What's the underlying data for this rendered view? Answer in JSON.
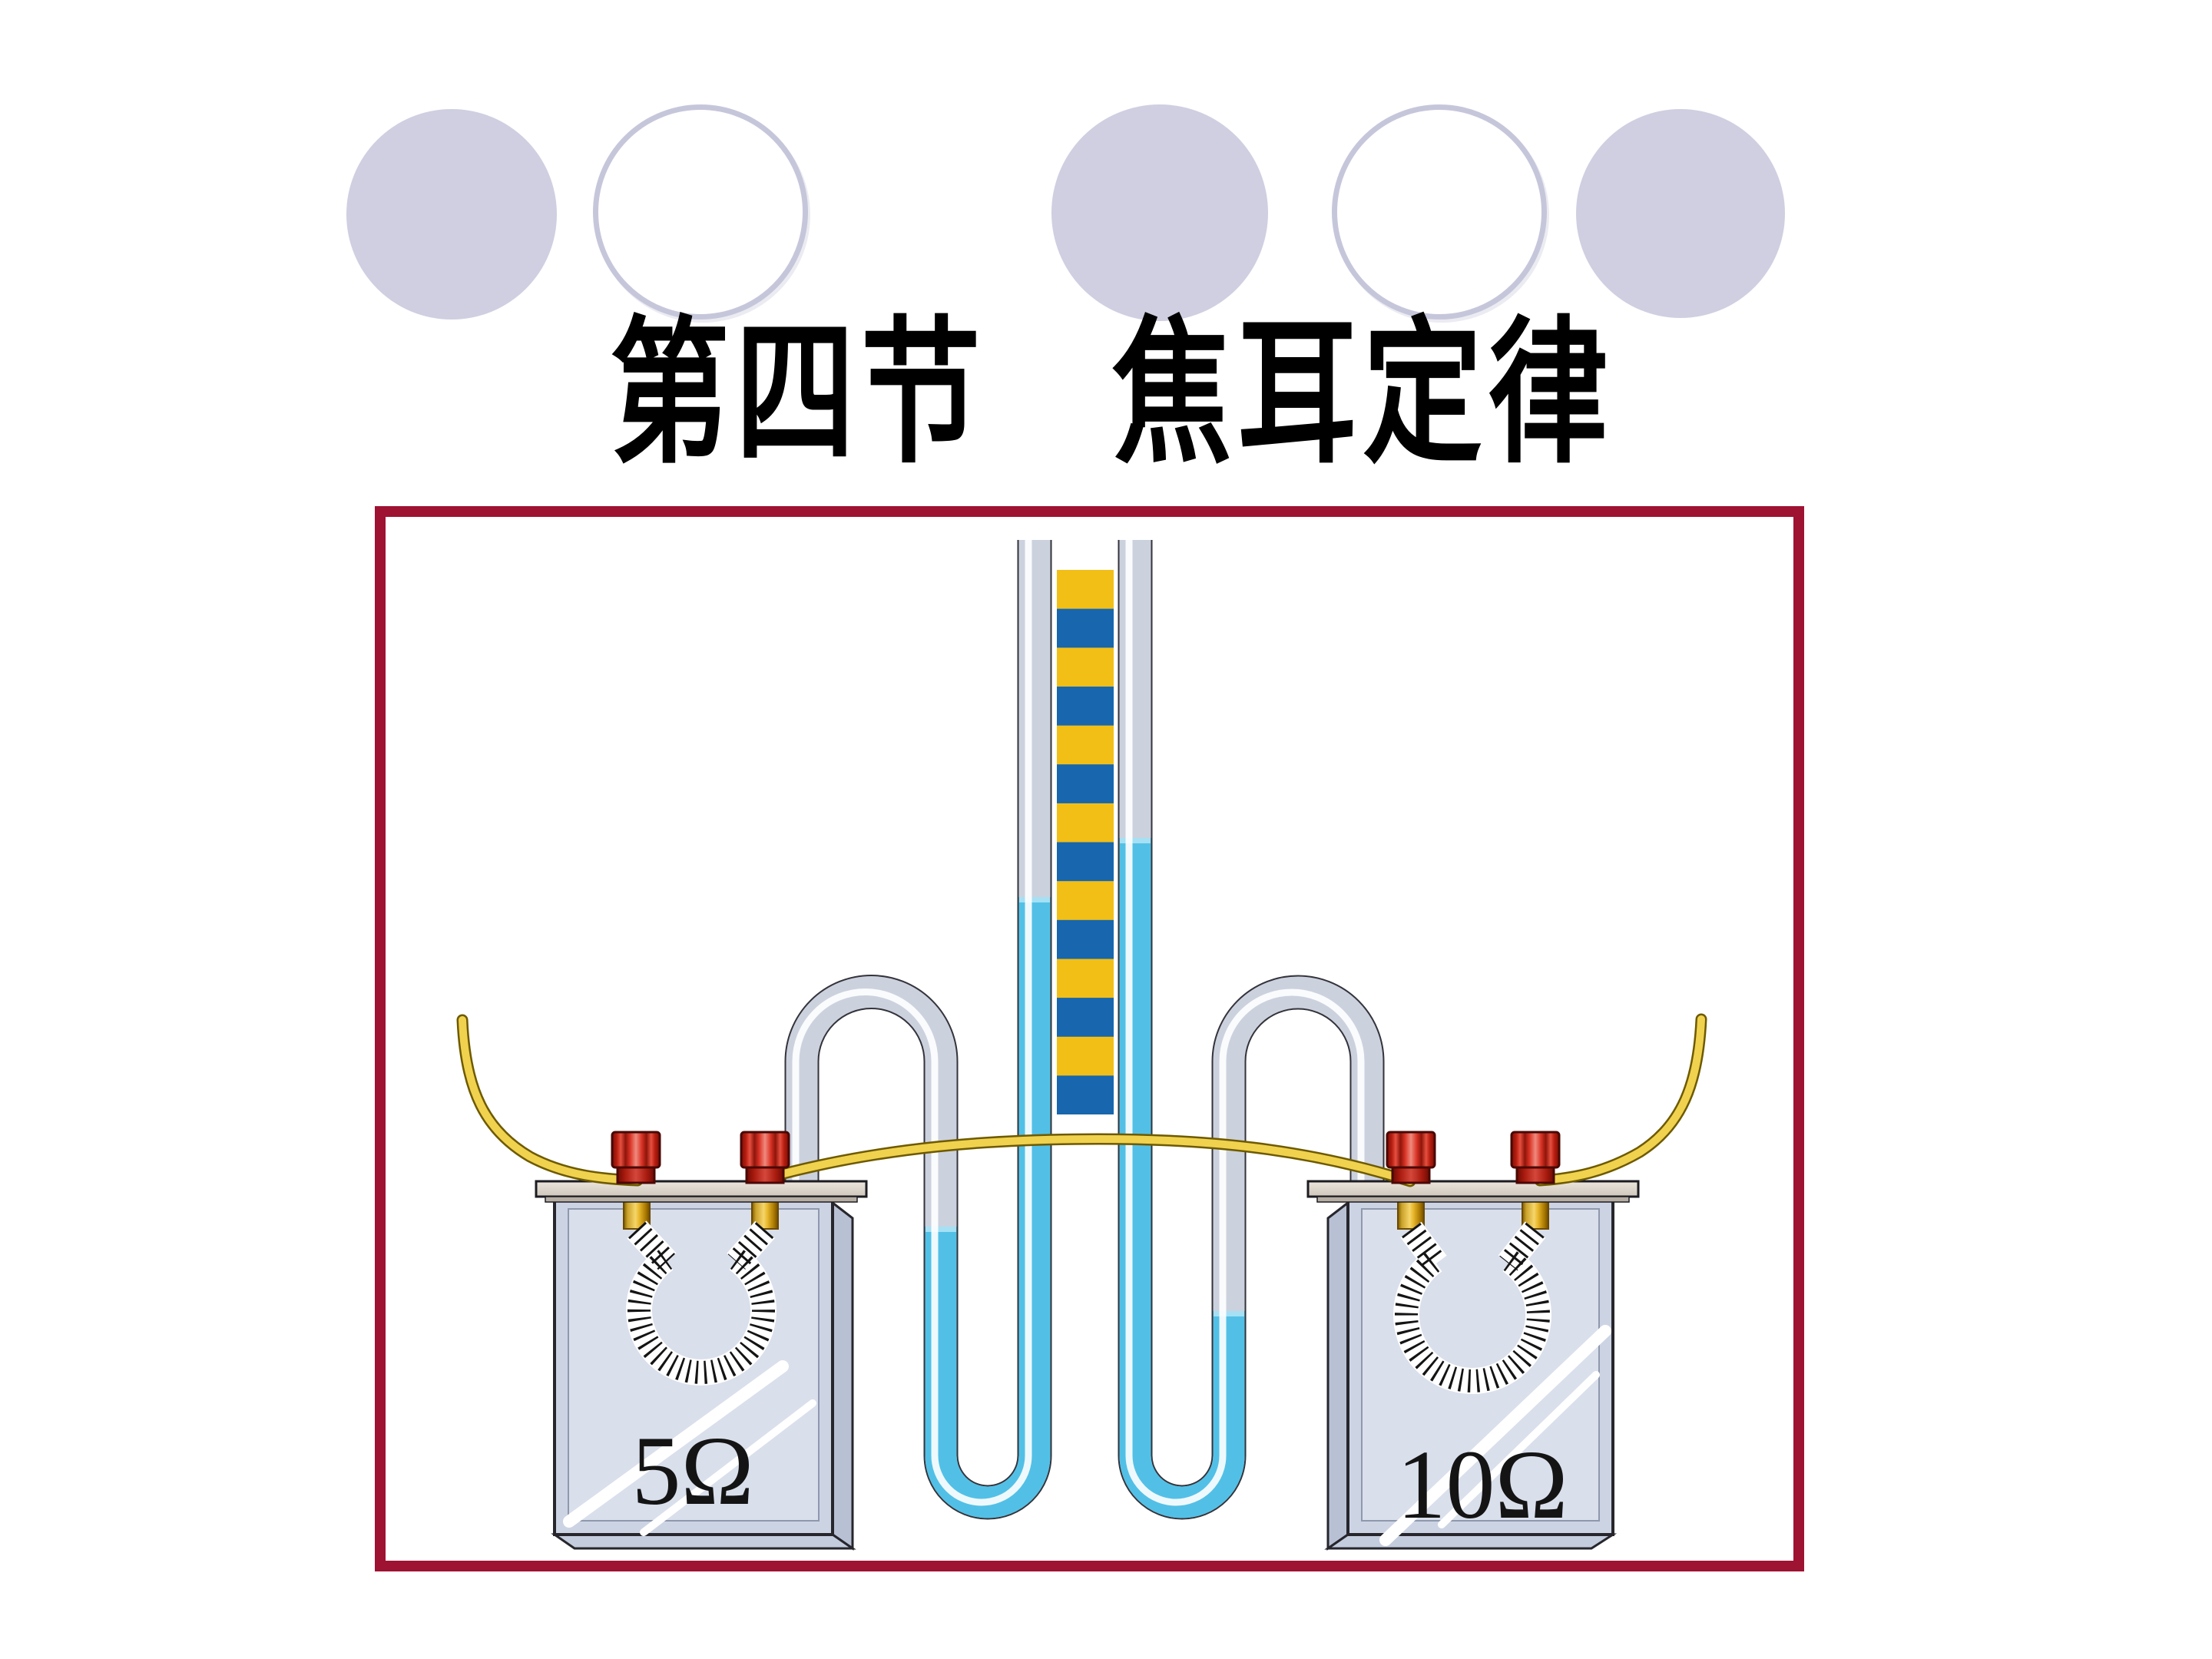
{
  "title": "第四节　焦耳定律",
  "decor": {
    "circle_fill_color": "#cfcfe1",
    "circle_outline_color": "#c6c6db",
    "circle_count": 5
  },
  "diagram": {
    "frame_color": "#9e1232",
    "left_resistor_label": "5Ω",
    "right_resistor_label": "10Ω",
    "scale_yellow": "#f2bf17",
    "scale_blue": "#1766ae",
    "liquid_color": "#52c0e6",
    "glass_color": "#ccd1de",
    "wire_color": "#f0d24f",
    "terminal_color": "#d12a1c",
    "container_color": "#ccd4e4"
  }
}
